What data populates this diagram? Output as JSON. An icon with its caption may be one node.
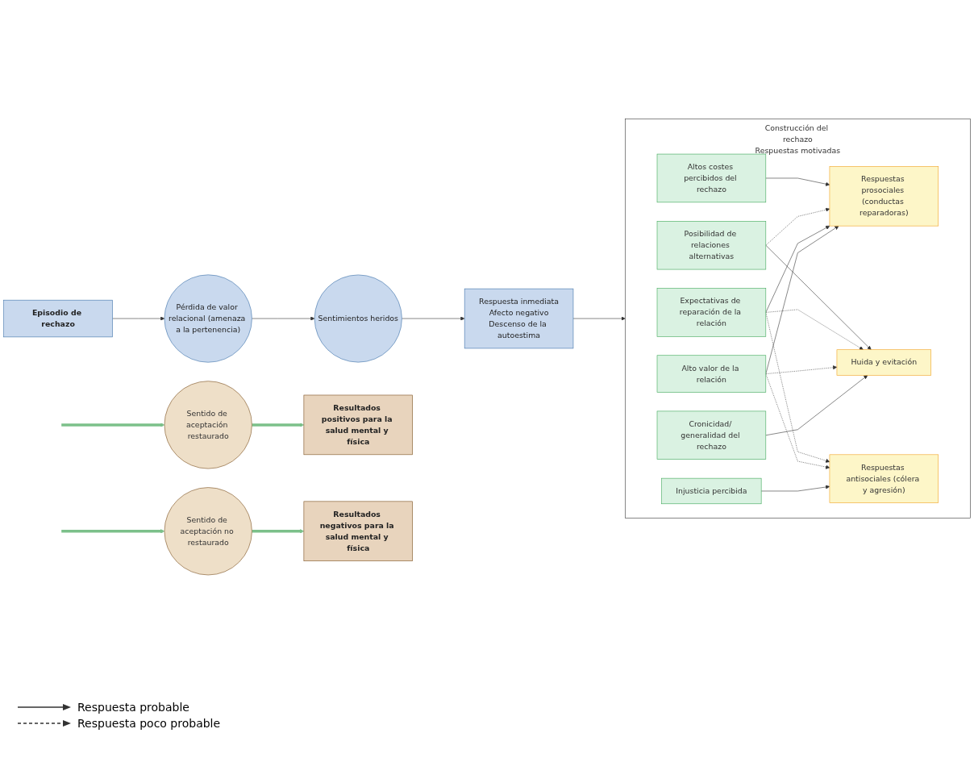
{
  "diagram": {
    "nodes": [
      {
        "text": [
          "Episodio de rechazo"
        ]
      },
      {
        "text": [
          "Pérdida de valor relacional (amenaza a la pertenencia)"
        ]
      },
      {
        "text": [
          "Sentimientos heridos"
        ]
      },
      {
        "text": [
          "Respuesta inmediata",
          "Afecto negativo",
          "Descenso de la autoestima"
        ]
      },
      {
        "text": [
          "Construcción del rechazo",
          "Respuestas motivadas"
        ]
      },
      {
        "text": [
          "Altos costes percibidos del rechazo"
        ],
        "in": 4
      },
      {
        "text": [
          "Posibilidad de relaciones alternativas"
        ],
        "in": 4
      },
      {
        "text": [
          "Expectativas de reparación de la relación"
        ],
        "in": 4
      },
      {
        "text": [
          "Alto valor de la relación"
        ],
        "in": 4
      },
      {
        "text": [
          "Cronicidad/ generalidad del rechazo"
        ],
        "in": 4
      },
      {
        "text": [
          "Injusticia percibida"
        ],
        "in": 4
      },
      {
        "text": [
          "Respuestas prosociales (conductas reparadoras)"
        ],
        "in": 4
      },
      {
        "text": [
          "Huida y evitación"
        ],
        "in": 4
      },
      {
        "text": [
          "Respuestas antisociales (cólera y agresión)"
        ],
        "in": 4
      },
      {
        "text": [
          "Resultados positivos para la salud mental y física"
        ]
      },
      {
        "text": [
          "Sentido de aceptación restaurado"
        ]
      },
      {
        "text": [
          "Sentido de aceptación no restaurado"
        ]
      },
      {
        "text": [
          "Resultados negativos para la salud mental y física"
        ]
      }
    ],
    "edges": [
      {
        "from": 0,
        "to": 1,
        "arrow": "to"
      },
      {
        "from": 1,
        "to": 2,
        "arrow": "to"
      },
      {
        "from": 2,
        "to": 3,
        "arrow": "to"
      },
      {
        "from": 3,
        "to": 4,
        "arrow": "to"
      },
      {
        "from": 5,
        "to": 11,
        "arrow": "to"
      },
      {
        "from": 6,
        "to": 11,
        "arrow": "to",
        "style": "dashed"
      },
      {
        "from": 7,
        "to": 11,
        "arrow": "to"
      },
      {
        "from": 8,
        "to": 11,
        "arrow": "to"
      },
      {
        "from": 6,
        "to": 12,
        "arrow": "to"
      },
      {
        "from": 7,
        "to": 12,
        "arrow": "to",
        "style": "dashed"
      },
      {
        "from": 8,
        "to": 12,
        "arrow": "to",
        "style": "dashed"
      },
      {
        "from": 9,
        "to": 12,
        "arrow": "to"
      },
      {
        "from": 7,
        "to": 13,
        "arrow": "to",
        "style": "dashed"
      },
      {
        "from": 8,
        "to": 13,
        "arrow": "to",
        "style": "dashed"
      },
      {
        "from": 10,
        "to": 13,
        "arrow": "to"
      },
      {
        "from": null,
        "to": 15,
        "arrow": "to",
        "style": "thick",
        "color": "#7cc08a"
      },
      {
        "from": 15,
        "to": 14,
        "arrow": "to",
        "style": "thick",
        "color": "#7cc08a"
      },
      {
        "from": null,
        "to": 16,
        "arrow": "to",
        "style": "thick",
        "color": "#7cc08a"
      },
      {
        "from": 16,
        "to": 17,
        "arrow": "to",
        "style": "thick",
        "color": "#7cc08a"
      }
    ],
    "legend": [
      {
        "text": "Respuesta probable"
      },
      {
        "text": "Respuesta poco probable"
      }
    ]
  }
}
